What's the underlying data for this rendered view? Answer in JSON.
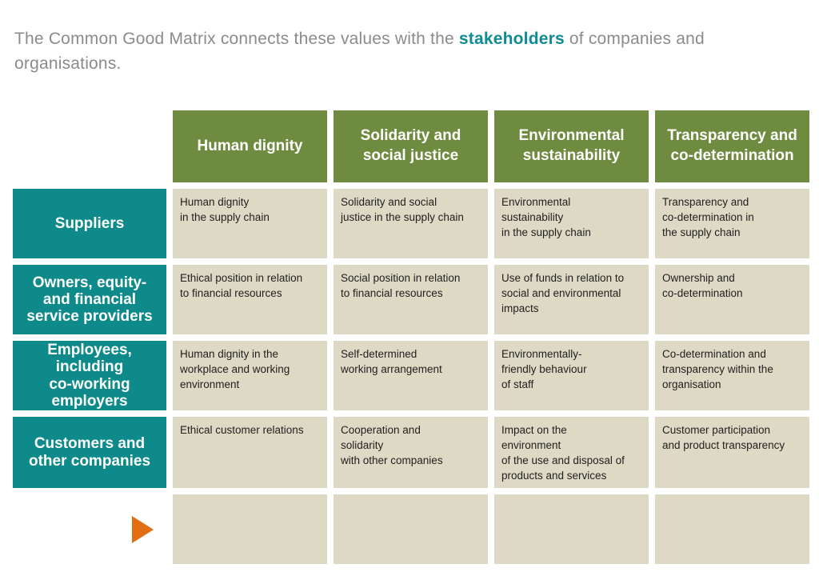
{
  "intro": {
    "part1": "The Common Good Matrix connects these values with the ",
    "highlight": "stakeholders",
    "part2": " of companies and",
    "part3": "organisations."
  },
  "colors": {
    "column_header_green": "#6f8b3f",
    "row_header_teal": "#0e8a8a",
    "cell_beige": "#ddd9c4",
    "arrow_orange": "#e36d12",
    "intro_text_gray": "#8b8b8b",
    "highlight_teal": "#0f8b94"
  },
  "matrix": {
    "column_headers": [
      "Human dignity",
      "Solidarity and\nsocial justice",
      "Environmental\nsustainability",
      "Transparency and\nco-determination"
    ],
    "rows": [
      {
        "header": "Suppliers",
        "cells": [
          "Human dignity\nin the supply chain",
          "Solidarity and social\njustice in the supply chain",
          "Environmental\nsustainability\nin the supply chain",
          "Transparency and\nco-determination in\nthe supply chain"
        ]
      },
      {
        "header": "Owners, equity-\nand financial\nservice providers",
        "cells": [
          "Ethical position in relation\nto financial resources",
          "Social position in relation\nto financial resources",
          "Use of funds in relation to\nsocial and environmental\nimpacts",
          "Ownership and\nco-determination"
        ]
      },
      {
        "header": "Employees,\nincluding\nco-working\nemployers",
        "cells": [
          "Human dignity in the\nworkplace and working\nenvironment",
          "Self-determined\nworking arrangement",
          "Environmentally-\nfriendly behaviour\nof staff",
          "Co-determination and\ntransparency within the\norganisation"
        ]
      },
      {
        "header": "Customers and\nother companies",
        "cells": [
          "Ethical customer relations",
          "Cooperation and\nsolidarity\nwith other companies",
          "Impact on the\nenvironment\nof the use and disposal of\nproducts and services",
          "Customer participation\nand product transparency"
        ]
      }
    ],
    "footer_row": {
      "icon": "right-arrow",
      "cells": [
        "",
        "",
        "",
        ""
      ]
    }
  }
}
